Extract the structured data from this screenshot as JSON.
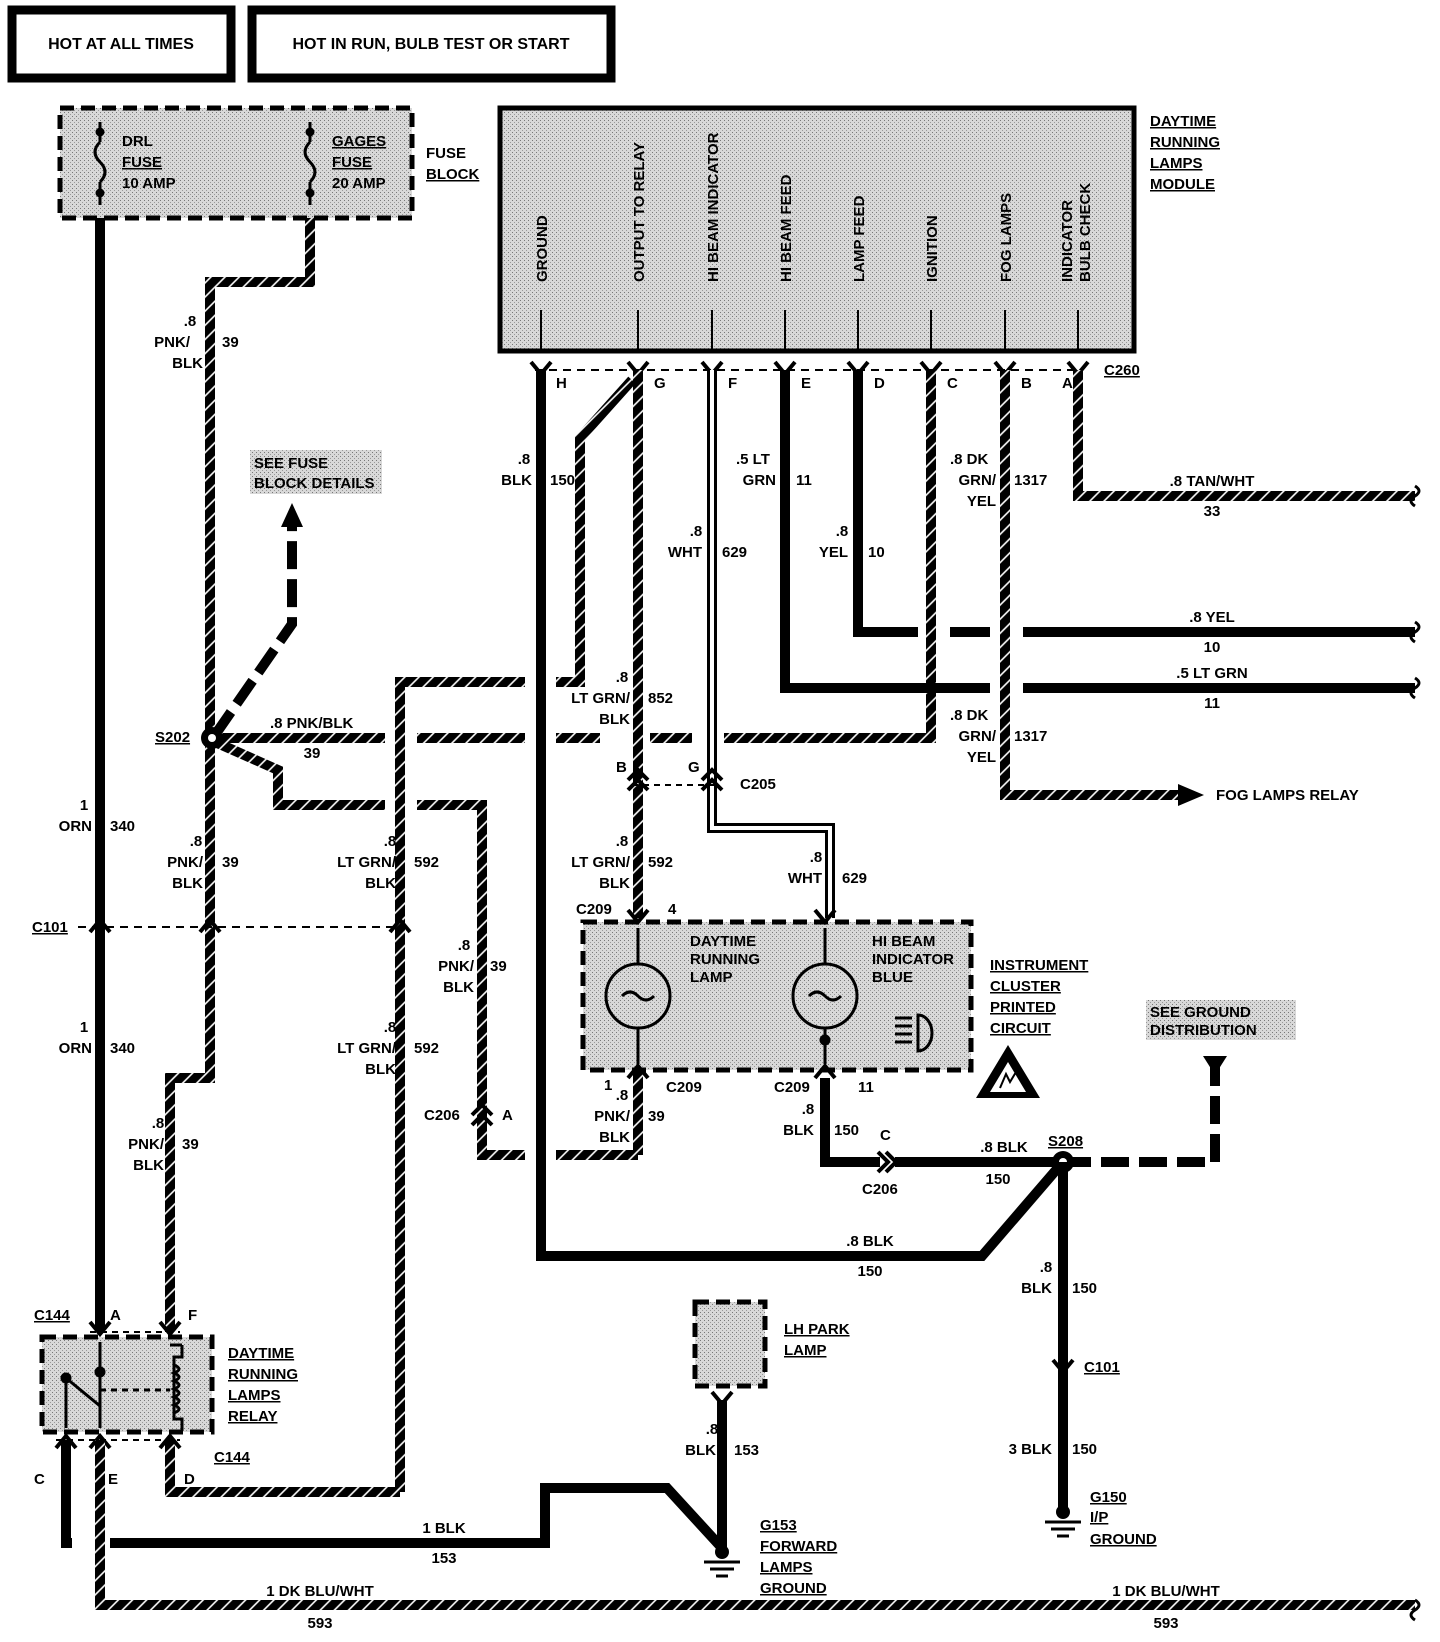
{
  "header": {
    "hot_at_all_times": "HOT AT ALL TIMES",
    "hot_in_run": "HOT IN RUN, BULB TEST OR START"
  },
  "fuse_block": {
    "title": [
      "FUSE",
      "BLOCK"
    ],
    "drl_fuse": [
      "DRL",
      "FUSE",
      "10 AMP"
    ],
    "gages_fuse": [
      "GAGES",
      "FUSE",
      "20 AMP"
    ],
    "see_details": [
      "SEE FUSE",
      "BLOCK DETAILS"
    ]
  },
  "drl_module": {
    "title": [
      "DAYTIME",
      "RUNNING",
      "LAMPS",
      "MODULE"
    ],
    "pins": [
      "GROUND",
      "OUTPUT TO RELAY",
      "HI BEAM INDICATOR",
      "HI BEAM FEED",
      "LAMP FEED",
      "IGNITION",
      "FOG LAMPS",
      "INDICATOR",
      "BULB CHECK"
    ],
    "connector": "C260",
    "pin_letters": [
      "H",
      "G",
      "F",
      "E",
      "D",
      "C",
      "B",
      "A"
    ]
  },
  "wires": {
    "blk150": [
      ".8",
      "BLK",
      "150"
    ],
    "ltgrn11": [
      ".5 LT",
      "GRN",
      "11"
    ],
    "dkgrn1317": [
      ".8 DK",
      "GRN/",
      "YEL",
      "1317"
    ],
    "tanwht": [
      ".8 TAN/WHT",
      "33"
    ],
    "wht629": [
      ".8",
      "WHT",
      "629"
    ],
    "yel10": [
      ".8",
      "YEL",
      "10"
    ],
    "yel_h": [
      ".8 YEL",
      "10"
    ],
    "ltgrn_h": [
      ".5 LT GRN",
      "11"
    ],
    "ltgrn852": [
      ".8",
      "LT GRN/",
      "BLK",
      "852"
    ],
    "pnkblk39_h": [
      ".8 PNK/BLK",
      "39"
    ],
    "pnk39": [
      ".8",
      "PNK/",
      "BLK",
      "39"
    ],
    "orn340": [
      "1",
      "ORN",
      "340"
    ],
    "ltgrn592": [
      ".8",
      "LT GRN/",
      "BLK",
      "592"
    ],
    "blk_h150": [
      ".8 BLK",
      "150"
    ],
    "blk3_150": [
      "3 BLK",
      "150"
    ],
    "blk153": [
      ".8",
      "BLK",
      "153"
    ],
    "blk1_153": [
      "1 BLK",
      "153"
    ],
    "dkbluwht": [
      "1 DK BLU/WHT",
      "593"
    ]
  },
  "connectors": {
    "s202": "S202",
    "s208": "S208",
    "c101": "C101",
    "c205": "C205",
    "c206": "C206",
    "c209": "C209",
    "c144": "C144",
    "pin_b": "B",
    "pin_g": "G",
    "pin_a": "A",
    "pin_c": "C",
    "pin_d": "D",
    "pin_e": "E",
    "pin_f": "F",
    "pin_4": "4",
    "pin_1": "1",
    "pin_11": "11"
  },
  "fog_lamps_relay": "FOG LAMPS RELAY",
  "instrument_cluster": {
    "title": [
      "INSTRUMENT",
      "CLUSTER",
      "PRINTED",
      "CIRCUIT"
    ],
    "drl_lamp": [
      "DAYTIME",
      "RUNNING",
      "LAMP"
    ],
    "hi_beam": [
      "HI BEAM",
      "INDICATOR",
      "BLUE"
    ]
  },
  "see_ground": [
    "SEE GROUND",
    "DISTRIBUTION"
  ],
  "relay": [
    "DAYTIME",
    "RUNNING",
    "LAMPS",
    "RELAY"
  ],
  "lh_park": [
    "LH PARK",
    "LAMP"
  ],
  "g153": [
    "G153",
    "FORWARD",
    "LAMPS",
    "GROUND"
  ],
  "g150": [
    "G150",
    "I/P",
    "GROUND"
  ]
}
